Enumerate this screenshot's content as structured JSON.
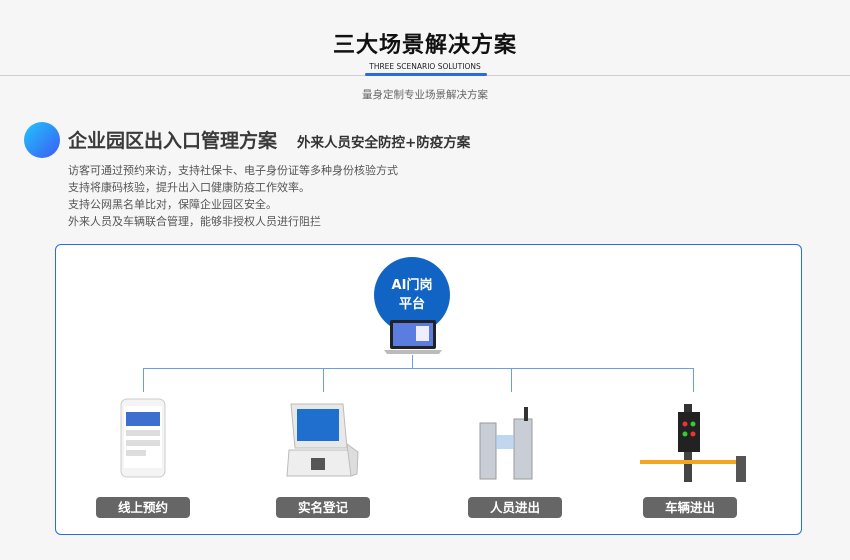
{
  "header": {
    "title": "三大场景解决方案",
    "subtitle_en": "THREE SCENARIO SOLUTIONS",
    "tagline": "量身定制专业场景解决方案"
  },
  "section": {
    "title": "企业园区出入口管理方案",
    "subtitle": "外来人员安全防控+防疫方案",
    "lines": [
      "访客可通过预约来访，支持社保卡、电子身份证等多种身份核验方式",
      "支持将康码核验，提升出入口健康防疫工作效率。",
      "支持公网黑名单比对，保障企业园区安全。",
      "外来人员及车辆联合管理，能够非授权人员进行阻拦"
    ]
  },
  "diagram": {
    "platform_line1": "AI门岗",
    "platform_line2": "平台",
    "nodes": [
      {
        "label": "线上预约",
        "icon": "smartphone-icon"
      },
      {
        "label": "实名登记",
        "icon": "kiosk-icon"
      },
      {
        "label": "人员进出",
        "icon": "turnstile-icon"
      },
      {
        "label": "车辆进出",
        "icon": "barrier-gate-icon"
      }
    ]
  },
  "colors": {
    "accent": "#2a6be0",
    "platform": "#1264c4",
    "pill": "#666666"
  }
}
